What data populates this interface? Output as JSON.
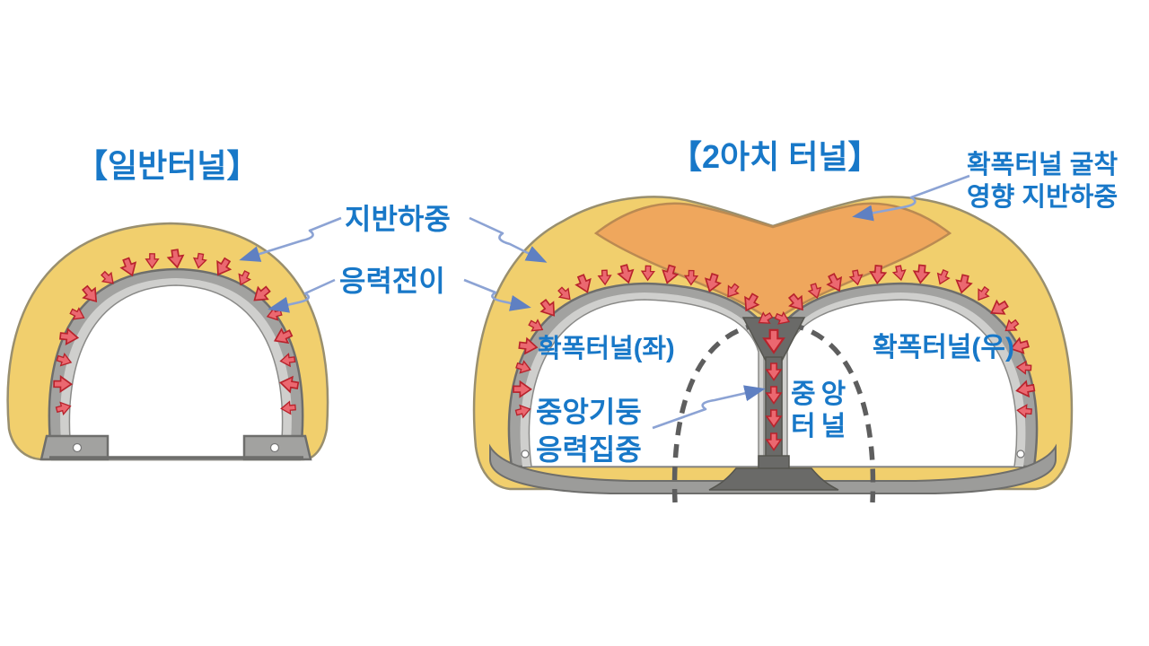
{
  "colors": {
    "label_blue": "#1878C8",
    "ground_yellow": "#F1CF6D",
    "ground_outline": "#998F6E",
    "excavation_orange": "#EFA75D",
    "orange_outline": "#BA8A52",
    "lining_gray": "#A2A2A0",
    "lining_outline": "#6E6E6C",
    "lining_inner": "#CFCFCD",
    "pillar_gray": "#6A6A68",
    "slab_gray": "#9C9C9A",
    "stress_red": "#EB6870",
    "stress_red_outline": "#B8232C",
    "leader_blue": "#8CA3D4",
    "leader_head_blue": "#5F80C2",
    "dash_gray": "#5E5E5E"
  },
  "labels": {
    "left_title": "【일반터널】",
    "right_title": "【2아치 터널】",
    "ground_load": "지반하중",
    "stress_transfer": "응력전이",
    "excavation_line1": "확폭터널 굴착",
    "excavation_line2": "영향 지반하중",
    "left_tunnel": "확폭터널(좌)",
    "right_tunnel": "확폭터널(우)",
    "pillar_line1": "중앙기둥",
    "pillar_line2": "응력집중",
    "center_line1": "중앙",
    "center_line2": "터널"
  }
}
